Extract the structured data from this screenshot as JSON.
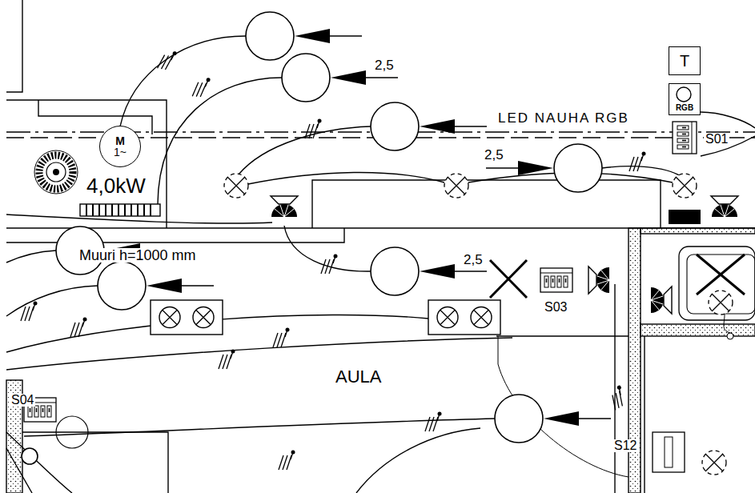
{
  "diagram": {
    "nodes": [
      {
        "text": [
          "T"
        ]
      },
      {
        "text": [
          "RGB"
        ]
      },
      {
        "text": [
          "M",
          "1~"
        ]
      }
    ],
    "labels": [
      "2,5",
      "LED NAUHA RGB",
      "S01",
      "2,5",
      "4,0kW",
      "Muuri h=1000 mm",
      "2,5",
      "S03",
      "AULA",
      "S04",
      "S12"
    ]
  }
}
